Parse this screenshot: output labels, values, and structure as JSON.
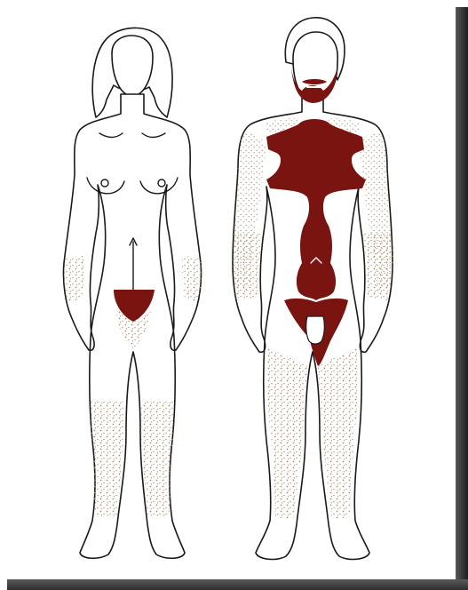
{
  "colors": {
    "dense_hair": "#7a1410",
    "sparse_hair": "#b38c6a",
    "outline": "#1a1a1a",
    "background": "#ffffff",
    "frame_shadow": "#3a3a3a"
  },
  "figures": [
    {
      "id": "female",
      "icon": "female-body-outline"
    },
    {
      "id": "male",
      "icon": "male-body-outline"
    }
  ]
}
